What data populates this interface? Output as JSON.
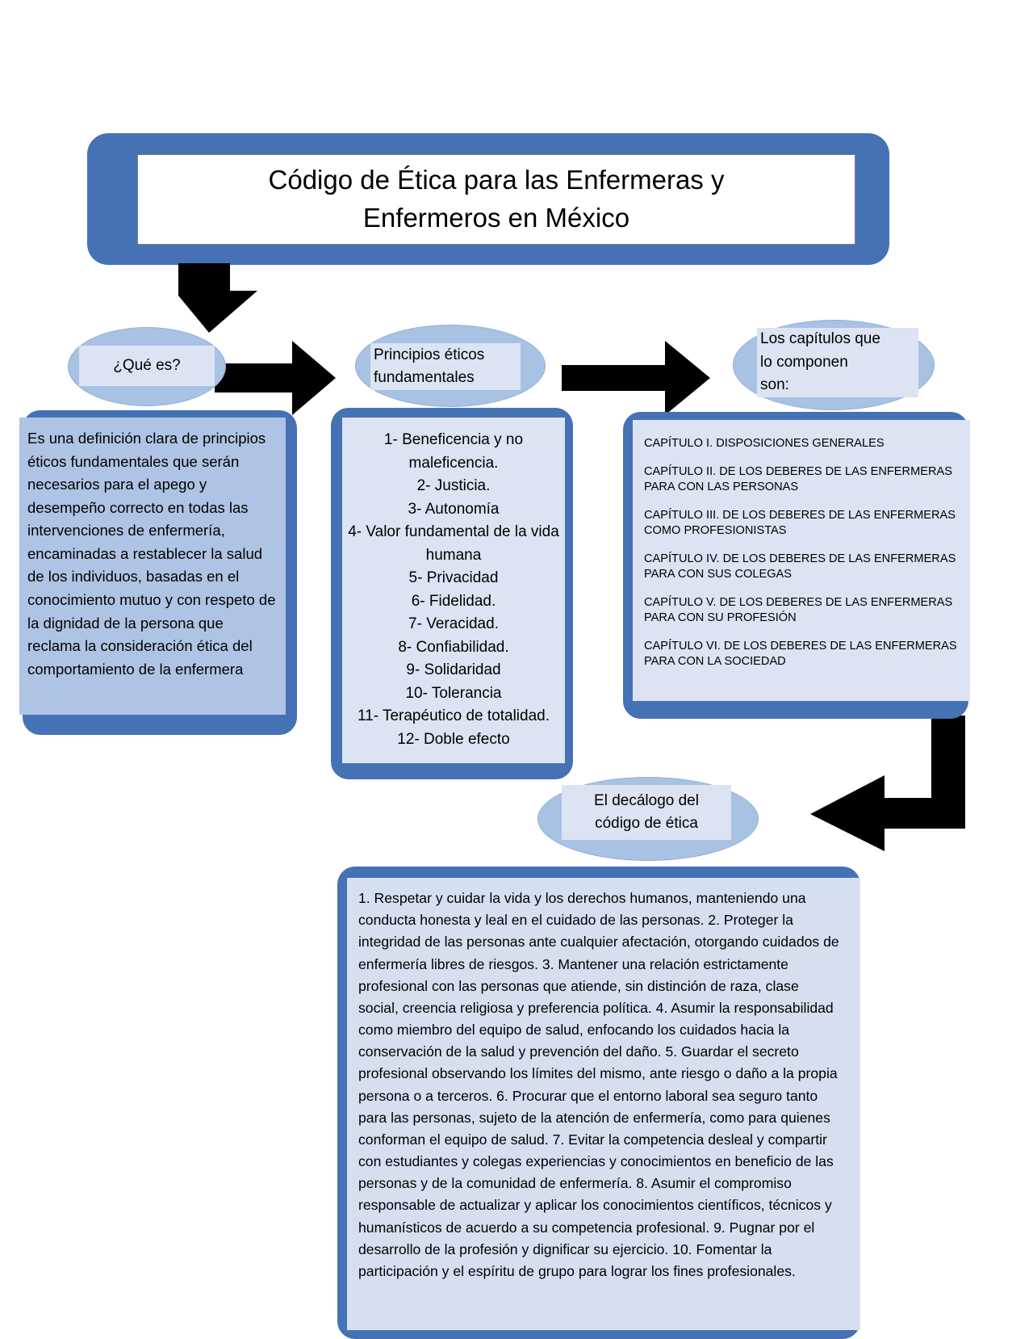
{
  "title": {
    "text": "Código de Ética para las Enfermeras y\nEnfermeros en México"
  },
  "nodes": {
    "que_es": {
      "heading": "¿Qué es?",
      "body": "Es una definición clara de principios éticos fundamentales que serán necesarios para el apego y desempeño correcto en todas las intervenciones de enfermería, encaminadas a restablecer la salud de los individuos, basadas en el conocimiento mutuo y con respeto de la dignidad de la persona que reclama la consideración ética del comportamiento de la enfermera"
    },
    "principios": {
      "heading": "Principios éticos\nfundamentales",
      "items": [
        "1-   Beneficencia y no maleficencia.",
        "2-   Justicia.",
        "3-   Autonomía",
        "4-  Valor fundamental de la vida humana",
        "5-   Privacidad",
        "6-   Fidelidad.",
        "7-   Veracidad.",
        "8-   Confiabilidad.",
        "9-   Solidaridad",
        "10- Tolerancia",
        "11- Terapéutico de totalidad.",
        "12- Doble efecto"
      ]
    },
    "capitulos": {
      "heading": "Los capítulos que\nlo componen\nson:",
      "items": [
        "CAPÍTULO I. DISPOSICIONES GENERALES",
        "CAPÍTULO II. DE LOS DEBERES DE LAS ENFERMERAS PARA CON LAS PERSONAS",
        "CAPÍTULO III. DE LOS DEBERES DE LAS ENFERMERAS COMO PROFESIONISTAS",
        "CAPÍTULO IV. DE LOS DEBERES DE LAS ENFERMERAS PARA CON SUS COLEGAS",
        "CAPÍTULO V. DE LOS DEBERES DE LAS ENFERMERAS PARA CON SU PROFESIÓN",
        "CAPÍTULO VI. DE LOS DEBERES DE LAS ENFERMERAS PARA CON LA SOCIEDAD"
      ]
    },
    "decalogo": {
      "heading": "El decálogo del\ncódigo de ética",
      "body": "1. Respetar y cuidar la vida y los derechos humanos, manteniendo una conducta honesta y leal en el cuidado de las personas. 2. Proteger la integridad de las personas ante cualquier afectación, otorgando cuidados de enfermería libres de riesgos. 3. Mantener una relación estrictamente profesional con las personas que atiende, sin distinción de raza, clase social, creencia religiosa y preferencia política. 4. Asumir la responsabilidad como miembro del equipo de salud, enfocando los cuidados hacia la conservación de la salud y prevención del daño. 5. Guardar el secreto profesional observando los límites del mismo, ante riesgo o daño a la propia persona o a terceros. 6. Procurar que el entorno laboral sea seguro tanto para las personas, sujeto de la atención de enfermería, como para quienes conforman el equipo de salud. 7. Evitar la competencia desleal y compartir con estudiantes y colegas experiencias y conocimientos en beneficio de las personas y de la comunidad de enfermería. 8. Asumir el compromiso responsable de actualizar y aplicar los conocimientos científicos, técnicos y humanísticos de acuerdo a su competencia profesional. 9. Pugnar por el desarrollo de la profesión y dignificar su ejercicio. 10. Fomentar la participación y el espíritu de grupo para lograr los fines profesionales."
    }
  },
  "colors": {
    "frame_blue": "#4472B4",
    "ellipse_blue": "#A8C2E4",
    "label_fill": "#DCE3F2",
    "body_fill": "#AFC4E4",
    "arrow_black": "#000000"
  }
}
